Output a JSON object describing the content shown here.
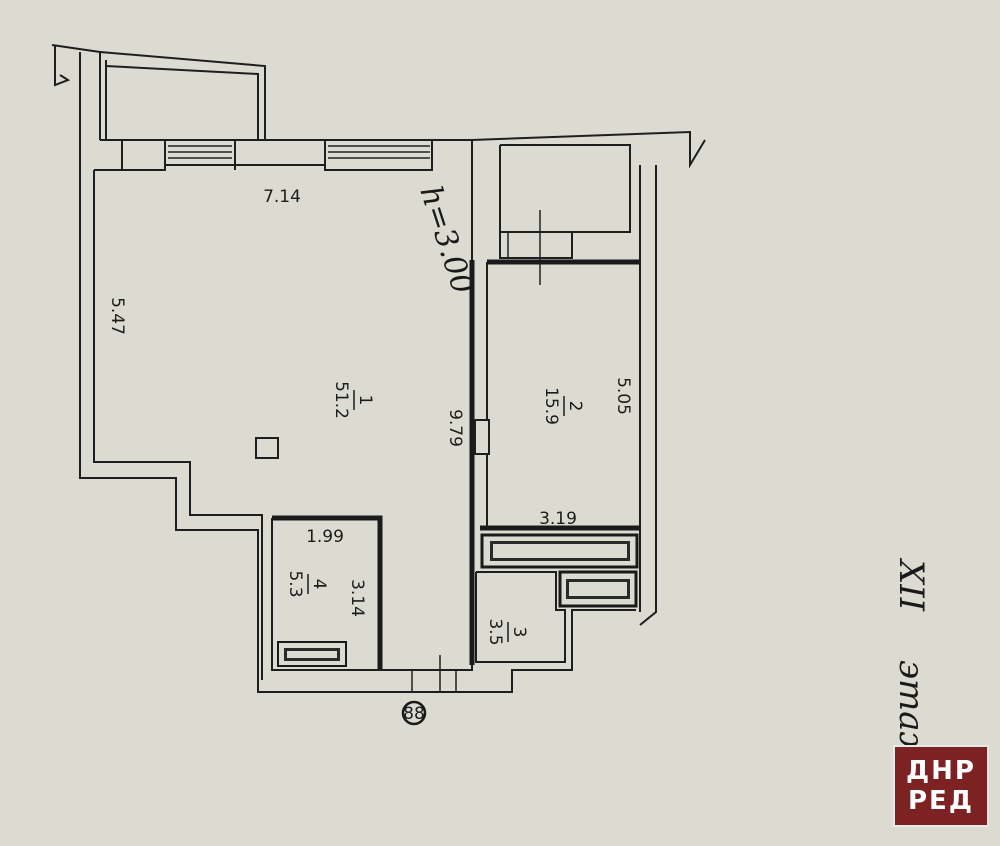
{
  "plan": {
    "ceiling_height": "h=3.00",
    "floor_note_roman": "XII",
    "floor_note_word": "этаж",
    "axis_mark": "88",
    "rooms": [
      {
        "number": "1",
        "area": "51.2"
      },
      {
        "number": "2",
        "area": "15.9"
      },
      {
        "number": "3",
        "area": "3.5"
      },
      {
        "number": "4",
        "area": "5.3"
      }
    ],
    "dimensions": {
      "room1_top": "7.14",
      "room1_left": "5.47",
      "room1_right": "9.79",
      "room2_right": "5.05",
      "room2_bottom": "3.19",
      "room4_top": "1.99",
      "room4_right": "3.14"
    }
  },
  "watermark": {
    "line1": "ДНР",
    "line2": "РЕД",
    "color": "#7d2222"
  }
}
